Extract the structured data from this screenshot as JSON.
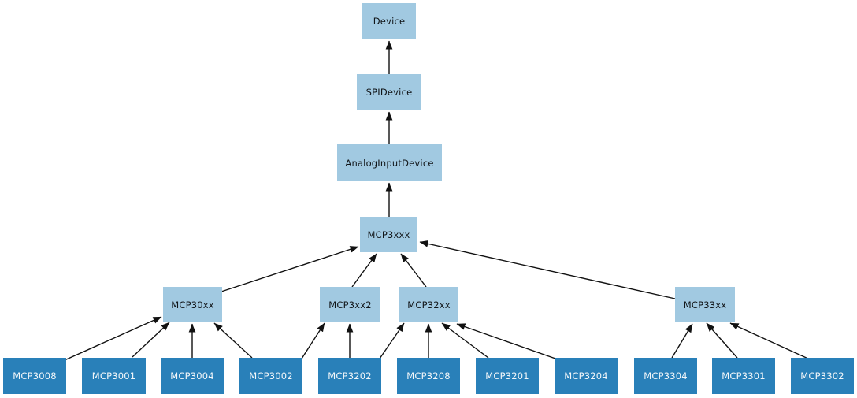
{
  "colors": {
    "background": "#ffffff",
    "node_base_fill": "#a1c9e1",
    "node_base_text": "#111518",
    "node_leaf_fill": "#2980b9",
    "node_leaf_text": "#f2f6f9",
    "edge": "#111111"
  },
  "nodes": [
    {
      "id": "Device",
      "label": "Device",
      "kind": "base"
    },
    {
      "id": "SPIDevice",
      "label": "SPIDevice",
      "kind": "base"
    },
    {
      "id": "AnalogInputDevice",
      "label": "AnalogInputDevice",
      "kind": "base"
    },
    {
      "id": "MCP3xxx",
      "label": "MCP3xxx",
      "kind": "base"
    },
    {
      "id": "MCP30xx",
      "label": "MCP30xx",
      "kind": "base"
    },
    {
      "id": "MCP3xx2",
      "label": "MCP3xx2",
      "kind": "base"
    },
    {
      "id": "MCP32xx",
      "label": "MCP32xx",
      "kind": "base"
    },
    {
      "id": "MCP33xx",
      "label": "MCP33xx",
      "kind": "base"
    },
    {
      "id": "MCP3008",
      "label": "MCP3008",
      "kind": "leaf"
    },
    {
      "id": "MCP3001",
      "label": "MCP3001",
      "kind": "leaf"
    },
    {
      "id": "MCP3004",
      "label": "MCP3004",
      "kind": "leaf"
    },
    {
      "id": "MCP3002",
      "label": "MCP3002",
      "kind": "leaf"
    },
    {
      "id": "MCP3202",
      "label": "MCP3202",
      "kind": "leaf"
    },
    {
      "id": "MCP3208",
      "label": "MCP3208",
      "kind": "leaf"
    },
    {
      "id": "MCP3201",
      "label": "MCP3201",
      "kind": "leaf"
    },
    {
      "id": "MCP3204",
      "label": "MCP3204",
      "kind": "leaf"
    },
    {
      "id": "MCP3304",
      "label": "MCP3304",
      "kind": "leaf"
    },
    {
      "id": "MCP3301",
      "label": "MCP3301",
      "kind": "leaf"
    },
    {
      "id": "MCP3302",
      "label": "MCP3302",
      "kind": "leaf"
    }
  ],
  "edges": [
    {
      "from": "SPIDevice",
      "to": "Device"
    },
    {
      "from": "AnalogInputDevice",
      "to": "SPIDevice"
    },
    {
      "from": "MCP3xxx",
      "to": "AnalogInputDevice"
    },
    {
      "from": "MCP30xx",
      "to": "MCP3xxx"
    },
    {
      "from": "MCP3xx2",
      "to": "MCP3xxx"
    },
    {
      "from": "MCP32xx",
      "to": "MCP3xxx"
    },
    {
      "from": "MCP33xx",
      "to": "MCP3xxx"
    },
    {
      "from": "MCP3008",
      "to": "MCP30xx"
    },
    {
      "from": "MCP3001",
      "to": "MCP30xx"
    },
    {
      "from": "MCP3004",
      "to": "MCP30xx"
    },
    {
      "from": "MCP3002",
      "to": "MCP30xx"
    },
    {
      "from": "MCP3002",
      "to": "MCP3xx2"
    },
    {
      "from": "MCP3202",
      "to": "MCP3xx2"
    },
    {
      "from": "MCP3202",
      "to": "MCP32xx"
    },
    {
      "from": "MCP3208",
      "to": "MCP32xx"
    },
    {
      "from": "MCP3201",
      "to": "MCP32xx"
    },
    {
      "from": "MCP3204",
      "to": "MCP32xx"
    },
    {
      "from": "MCP3304",
      "to": "MCP33xx"
    },
    {
      "from": "MCP3301",
      "to": "MCP33xx"
    },
    {
      "from": "MCP3302",
      "to": "MCP33xx"
    }
  ]
}
